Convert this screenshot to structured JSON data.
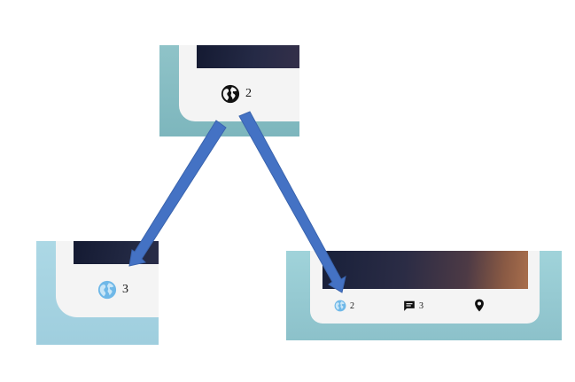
{
  "snippets": {
    "top": {
      "globe_count": "2"
    },
    "left": {
      "globe_count": "3"
    },
    "right": {
      "globe_count": "2",
      "comment_count": "3"
    }
  },
  "icons": {
    "globe": "globe-icon",
    "comment": "comment-icon",
    "location": "location-pin-icon"
  },
  "colors": {
    "arrow": "#4472c4",
    "globe_active": "#6fb8e8",
    "globe_default": "#111111"
  }
}
